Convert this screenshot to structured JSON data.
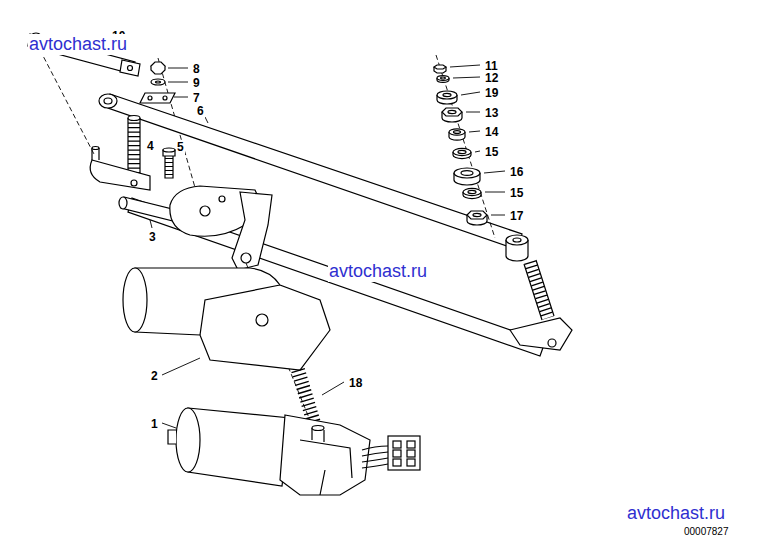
{
  "diagram": {
    "labels": [
      "10",
      "8",
      "9",
      "7",
      "6",
      "11",
      "12",
      "19",
      "13",
      "14",
      "15",
      "16",
      "15",
      "17",
      "4",
      "5",
      "3",
      "2",
      "18",
      "1",
      "avtochast.ru",
      "avtochast.ru",
      "avtochast.ru",
      "00007827"
    ]
  }
}
